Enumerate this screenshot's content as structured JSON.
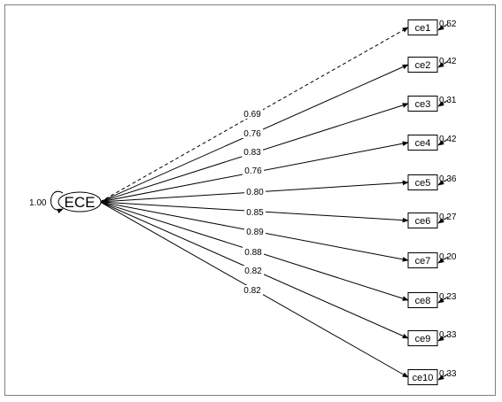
{
  "latent": {
    "name": "ECE",
    "variance": "1.00"
  },
  "indicators": [
    {
      "name": "ce1",
      "loading": "0.69",
      "error": "0.52",
      "fixed": true
    },
    {
      "name": "ce2",
      "loading": "0.76",
      "error": "0.42",
      "fixed": false
    },
    {
      "name": "ce3",
      "loading": "0.83",
      "error": "0.31",
      "fixed": false
    },
    {
      "name": "ce4",
      "loading": "0.76",
      "error": "0.42",
      "fixed": false
    },
    {
      "name": "ce5",
      "loading": "0.80",
      "error": "0.36",
      "fixed": false
    },
    {
      "name": "ce6",
      "loading": "0.85",
      "error": "0.27",
      "fixed": false
    },
    {
      "name": "ce7",
      "loading": "0.89",
      "error": "0.20",
      "fixed": false
    },
    {
      "name": "ce8",
      "loading": "0.88",
      "error": "0.23",
      "fixed": false
    },
    {
      "name": "ce9",
      "loading": "0.82",
      "error": "0.33",
      "fixed": false
    },
    {
      "name": "ce10",
      "loading": "0.82",
      "error": "0.33",
      "fixed": false
    }
  ]
}
